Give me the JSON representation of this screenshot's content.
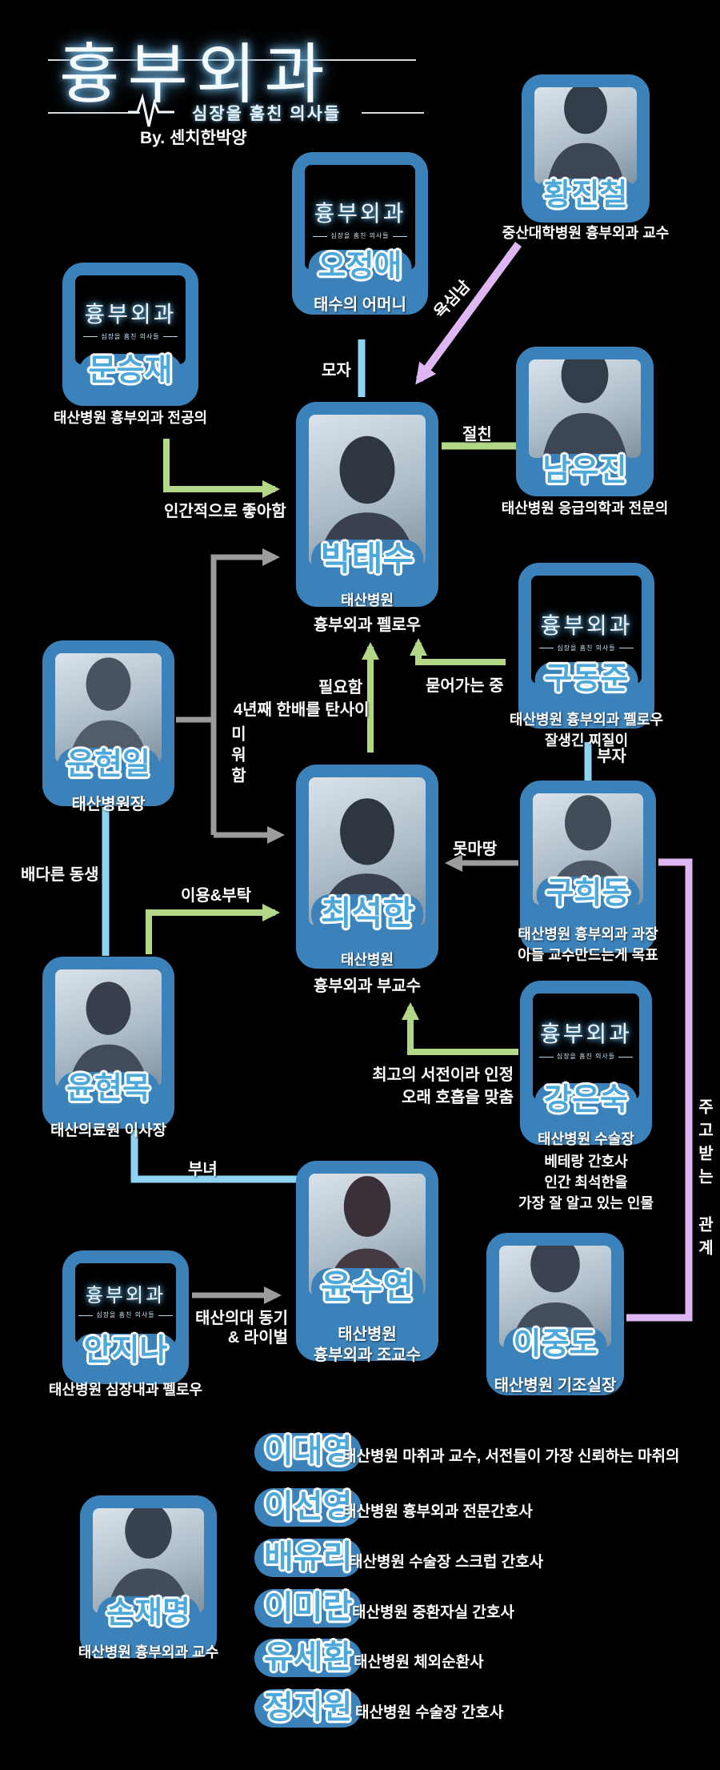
{
  "logo": {
    "title": "흉부외과",
    "tagline": "심장을 훔친 의사들",
    "byline": "By. 센치한박양"
  },
  "colors": {
    "background": "#000000",
    "frame_blue": "#3b82ba",
    "name_blue": "#4da9d9",
    "line_green": "#b2d887",
    "line_gray": "#9c9c9c",
    "line_lightblue": "#8ed3f2",
    "line_pink": "#dfb6f4",
    "text_white": "#ffffff"
  },
  "characters": [
    {
      "id": "hwang-jin-cheol",
      "name": "황진철",
      "card": "photo",
      "captions": [
        "중산대학병원 흉부외과 교수"
      ]
    },
    {
      "id": "o-jung-ae",
      "name": "오정애",
      "card": "logo",
      "captions": [
        "태수의 어머니"
      ]
    },
    {
      "id": "moon-seung-jae",
      "name": "문승재",
      "card": "logo",
      "captions": [
        "태산병원 흉부외과 전공의"
      ]
    },
    {
      "id": "park-tae-su",
      "name": "박태수",
      "card": "photo",
      "captions": [
        "태산병원",
        "흉부외과 펠로우"
      ]
    },
    {
      "id": "nam-woo-jin",
      "name": "남우진",
      "card": "photo",
      "captions": [
        "태산병원 응급의학과 전문의"
      ]
    },
    {
      "id": "gu-dong-jun",
      "name": "구동준",
      "card": "logo",
      "captions": [
        "태산병원 흉부외과 펠로우",
        "잘생긴 찌질이"
      ]
    },
    {
      "id": "yun-hyun-il",
      "name": "윤현일",
      "card": "photo",
      "captions": [
        "태산병원장"
      ]
    },
    {
      "id": "choi-seok-han",
      "name": "최석한",
      "card": "photo",
      "captions": [
        "태산병원",
        "흉부외과 부교수"
      ]
    },
    {
      "id": "gu-hui-dong",
      "name": "구희동",
      "card": "photo",
      "captions": [
        "태산병원 흉부외과 과장",
        "아들 교수만드는게 목표"
      ]
    },
    {
      "id": "yun-hyun-mok",
      "name": "윤현목",
      "card": "photo",
      "captions": [
        "태산의료원 이사장"
      ]
    },
    {
      "id": "kang-eun-suk",
      "name": "강은숙",
      "card": "logo",
      "captions": [
        "태산병원 수술장",
        "베테랑 간호사",
        "인간 최석한을",
        "가장 잘 알고 있는 인물"
      ]
    },
    {
      "id": "yun-su-yeon",
      "name": "윤수연",
      "card": "photo",
      "captions": [
        "태산병원",
        "흉부외과 조교수"
      ]
    },
    {
      "id": "an-ji-na",
      "name": "안지나",
      "card": "logo",
      "captions": [
        "태산병원 심장내과 펠로우"
      ]
    },
    {
      "id": "lee-jung-do",
      "name": "이중도",
      "card": "photo",
      "captions": [
        "태산병원 기조실장"
      ]
    },
    {
      "id": "son-jae-myung",
      "name": "손재명",
      "card": "photo",
      "captions": [
        "태산병원 흉부외과 교수"
      ]
    }
  ],
  "labels": {
    "moja": "모자",
    "yoksim": "욕심남",
    "jeolchin": "절친",
    "ingan": "인간적으로 좋아함",
    "piryo": "필요함",
    "hanbae": "4년째 한배를 탄사이",
    "mudeo": "묻어가는 중",
    "miwo": "미워함",
    "buja": "부자",
    "motma": "못마땅",
    "baedareun": "배다른 동생",
    "iyong": "이용&부탁",
    "injeong": "최고의 서전이라 인정",
    "horup": "오래 호흡을 맞춤",
    "bunyeo": "부녀",
    "donggi": "태산의대 동기",
    "rival": "& 라이벌",
    "jugo": "주고받는 관계"
  },
  "edges": [
    {
      "from": "황진철",
      "to": "박태수",
      "label": "욕심남",
      "color": "#dfb6f4"
    },
    {
      "from": "오정애",
      "to": "박태수",
      "label": "모자",
      "color": "#8ed3f2"
    },
    {
      "from": "문승재",
      "to": "박태수",
      "label": "인간적으로 좋아함",
      "color": "#b2d887"
    },
    {
      "from": "남우진",
      "to": "박태수",
      "label": "절친",
      "color": "#b2d887"
    },
    {
      "from": "구동준",
      "to": "박태수",
      "label": "묻어가는 중",
      "color": "#b2d887"
    },
    {
      "from": "최석한",
      "to": "박태수",
      "label": "필요함 / 4년째 한배를 탄사이",
      "color": "#b2d887"
    },
    {
      "from": "윤현일",
      "to": "박태수/최석한",
      "label": "미워함",
      "color": "#9c9c9c"
    },
    {
      "from": "구동준",
      "to": "구희동",
      "label": "부자",
      "color": "#8ed3f2"
    },
    {
      "from": "구희동",
      "to": "최석한",
      "label": "못마땅",
      "color": "#9c9c9c"
    },
    {
      "from": "윤현일",
      "to": "윤현목",
      "label": "배다른 동생",
      "color": "#8ed3f2"
    },
    {
      "from": "윤현목",
      "to": "최석한",
      "label": "이용&부탁",
      "color": "#b2d887"
    },
    {
      "from": "강은숙",
      "to": "최석한",
      "label": "최고의 서전이라 인정 / 오래 호흡을 맞춤",
      "color": "#b2d887"
    },
    {
      "from": "윤현목",
      "to": "윤수연",
      "label": "부녀",
      "color": "#8ed3f2"
    },
    {
      "from": "안지나",
      "to": "윤수연",
      "label": "태산의대 동기 & 라이벌",
      "color": "#9c9c9c"
    },
    {
      "from": "구희동",
      "to": "이중도",
      "label": "주고받는 관계",
      "color": "#dfb6f4"
    }
  ],
  "roster": [
    {
      "name": "이대영",
      "role": "태산병원 마취과 교수, 서전들이 가장 신뢰하는 마취의"
    },
    {
      "name": "이선영",
      "role": "태산병원 흉부외과 전문간호사"
    },
    {
      "name": "배유리",
      "role": "태산병원 수술장 스크럽 간호사"
    },
    {
      "name": "이미란",
      "role": "태산병원 중환자실 간호사"
    },
    {
      "name": "유세환",
      "role": "태산병원 체외순환사"
    },
    {
      "name": "정지원",
      "role": "태산병원 수술장 간호사"
    }
  ]
}
